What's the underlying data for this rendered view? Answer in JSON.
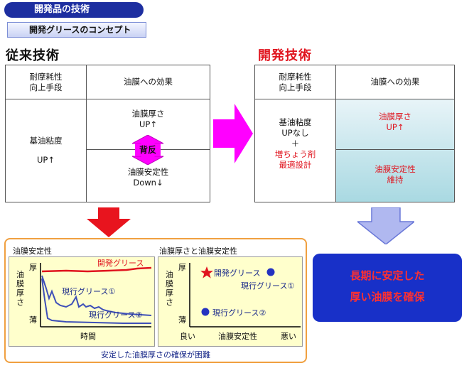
{
  "header": {
    "title": "開発品の技術",
    "concept": "開発グリースのコンセプト"
  },
  "conventional": {
    "heading": "従来技術",
    "col1_header_line1": "耐摩耗性",
    "col1_header_line2": "向上手段",
    "col2_header": "油膜への効果",
    "means_line1": "基油粘度",
    "means_line2": "UP↑",
    "effect_top_line1": "油膜厚さ",
    "effect_top_line2": "UP↑",
    "conflict_label": "背反",
    "effect_bottom_line1": "油膜安定性",
    "effect_bottom_line2": "Down↓"
  },
  "developed": {
    "heading": "開発技術",
    "col1_header_line1": "耐摩耗性",
    "col1_header_line2": "向上手段",
    "col2_header": "油膜への効果",
    "means_line1": "基油粘度",
    "means_line2": "UPなし",
    "means_plus": "＋",
    "means_line3": "増ちょう剤",
    "means_line4": "最適設計",
    "effect_top_line1": "油膜厚さ",
    "effect_top_line2": "UP↑",
    "effect_bottom_line1": "油膜安定性",
    "effect_bottom_line2": "維持"
  },
  "panel": {
    "footer": "安定した油膜厚さの確保が困難",
    "chart1": {
      "title": "油膜安定性",
      "ylabel": "油膜厚さ",
      "y_high": "厚",
      "y_low": "薄",
      "xlabel": "時間",
      "series1": "開発グリース",
      "series2": "現行グリース①",
      "series3": "現行グリース②"
    },
    "chart2": {
      "title": "油膜厚さと油膜安定性",
      "ylabel": "油膜厚さ",
      "y_high": "厚",
      "y_low": "薄",
      "xlabel": "油膜安定性",
      "x_good": "良い",
      "x_bad": "悪い",
      "point1": "開発グリース",
      "point2": "現行グリース①",
      "point3": "現行グリース②"
    }
  },
  "result": {
    "line1": "長期に安定した",
    "line2": "厚い油膜を確保"
  },
  "colors": {
    "navy": "#1d2ea0",
    "red": "#e0141e",
    "magenta": "#ff00ff",
    "blue": "#1830c8",
    "orange": "#f0a040"
  }
}
